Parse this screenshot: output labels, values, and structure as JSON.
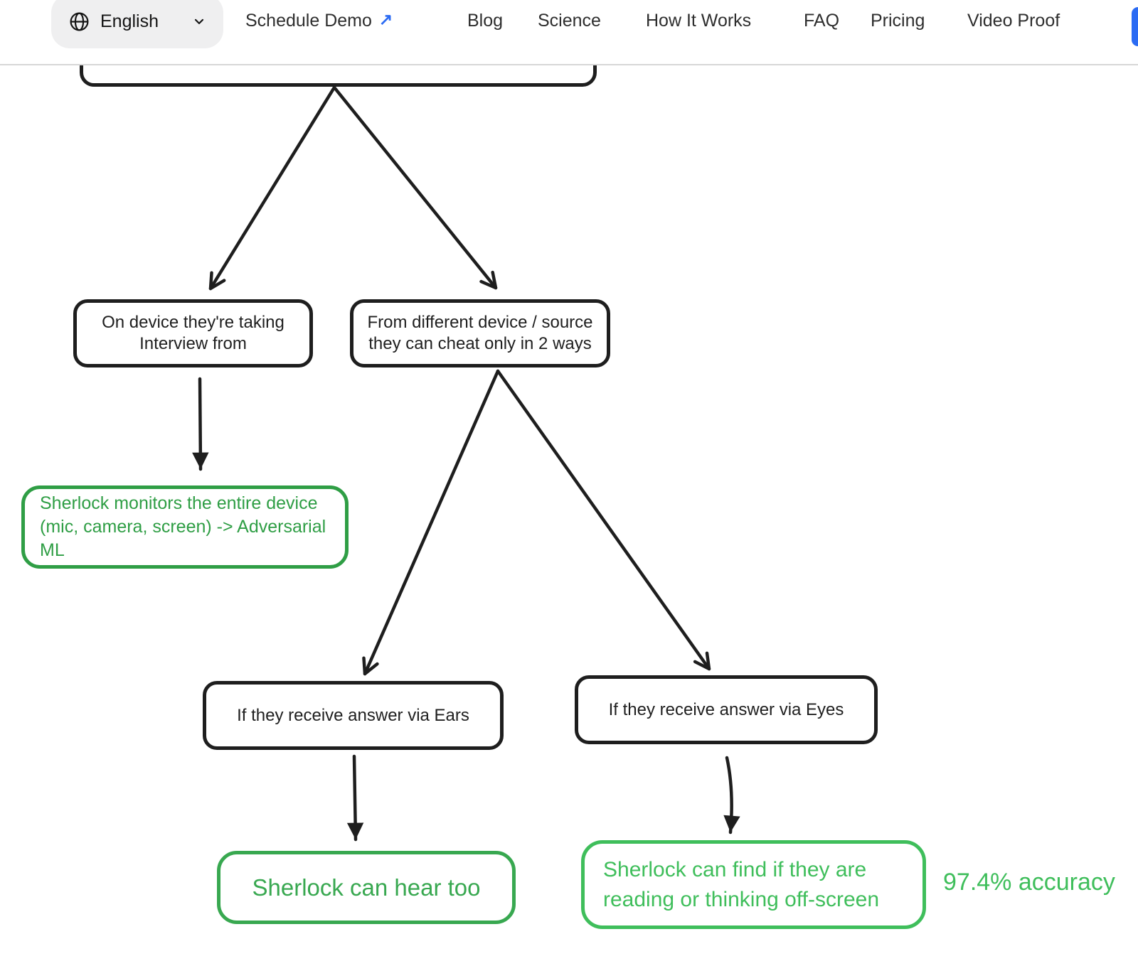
{
  "nav": {
    "language": {
      "label": "English",
      "icon": "globe",
      "chevron_icon": "chevron-down"
    },
    "external_arrow": "↗",
    "links": [
      {
        "label": "Schedule Demo",
        "external": true
      },
      {
        "label": "Blog"
      },
      {
        "label": "Science"
      },
      {
        "label": "How It Works"
      },
      {
        "label": "FAQ"
      },
      {
        "label": "Pricing"
      },
      {
        "label": "Video Proof"
      }
    ]
  },
  "flowchart": {
    "root_partial": {
      "note": ""
    },
    "on_device": {
      "line1": "On device they're taking",
      "line2": "Interview from"
    },
    "diff_source": {
      "line1": "From different device / source",
      "line2": "they can cheat only in 2 ways"
    },
    "monitors": {
      "line1": "Sherlock monitors the entire device",
      "line2": "(mic, camera, screen) -> Adversarial ML"
    },
    "via_ears": {
      "label": "If they receive answer via Ears"
    },
    "via_eyes": {
      "label": "If they receive answer via Eyes"
    },
    "hear": {
      "label": "Sherlock can hear too"
    },
    "find": {
      "line1": "Sherlock can find if they are",
      "line2": "reading or thinking off-screen"
    },
    "accuracy": {
      "label": "97.4% accuracy"
    }
  },
  "colors": {
    "ink": "#1e1e1e",
    "green_dark": "#2f9e45",
    "green_mid": "#38a850",
    "green_bright": "#3fbe5b",
    "link_blue": "#2b6bf3",
    "nav_text": "#2e2e2e",
    "pill_bg": "#efeff0",
    "nav_border": "#d7d7d7"
  }
}
